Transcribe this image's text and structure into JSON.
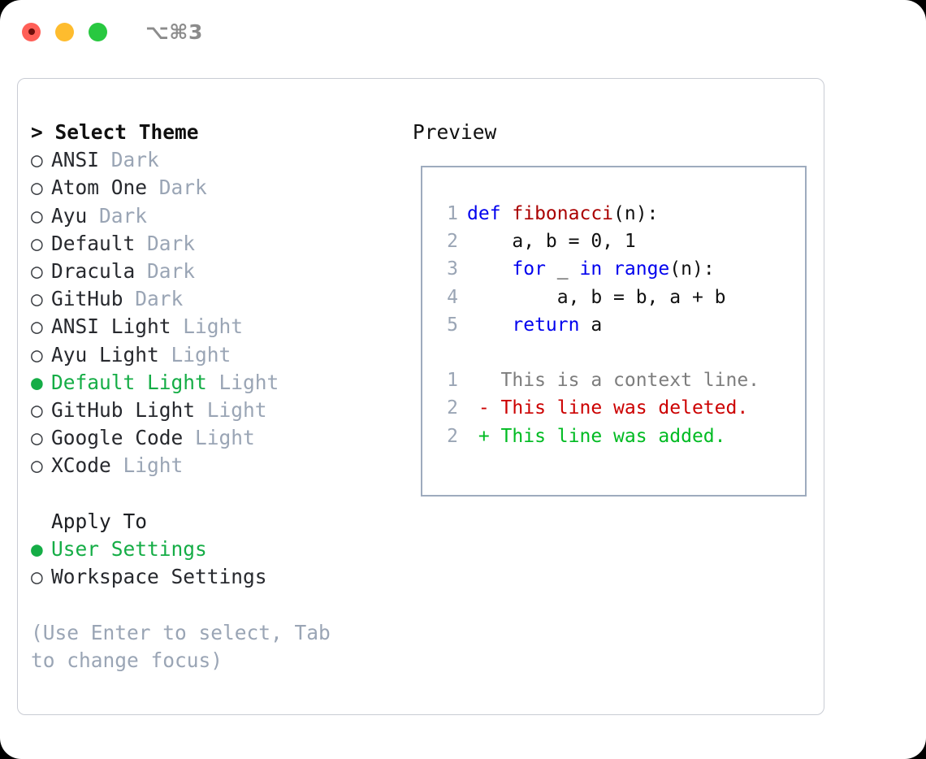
{
  "titlebar": {
    "shortcut": "⌥⌘3",
    "lights": [
      {
        "name": "close",
        "color": "#ff5f57"
      },
      {
        "name": "minimize",
        "color": "#febc2e"
      },
      {
        "name": "maximize",
        "color": "#28c840"
      }
    ]
  },
  "colors": {
    "selected_green": "#15ad46",
    "muted_gray": "#9aa5b5",
    "text": "#27292e",
    "panel_border": "#c9ccd4",
    "preview_border": "#9eabbe",
    "keyword_blue": "#0000ee",
    "function_red": "#aa0000",
    "diff_deleted": "#cc0000",
    "diff_added": "#00bb22",
    "context_gray": "#7d7d7d"
  },
  "theme_list": {
    "header": "> Select Theme",
    "items": [
      {
        "marker": "○",
        "label": "ANSI",
        "variant": "Dark",
        "selected": false
      },
      {
        "marker": "○",
        "label": "Atom One",
        "variant": "Dark",
        "selected": false
      },
      {
        "marker": "○",
        "label": "Ayu",
        "variant": "Dark",
        "selected": false
      },
      {
        "marker": "○",
        "label": "Default",
        "variant": "Dark",
        "selected": false
      },
      {
        "marker": "○",
        "label": "Dracula",
        "variant": "Dark",
        "selected": false
      },
      {
        "marker": "○",
        "label": "GitHub",
        "variant": "Dark",
        "selected": false
      },
      {
        "marker": "○",
        "label": "ANSI Light",
        "variant": "Light",
        "selected": false
      },
      {
        "marker": "○",
        "label": "Ayu Light",
        "variant": "Light",
        "selected": false
      },
      {
        "marker": "●",
        "label": "Default Light",
        "variant": "Light",
        "selected": true
      },
      {
        "marker": "○",
        "label": "GitHub Light",
        "variant": "Light",
        "selected": false
      },
      {
        "marker": "○",
        "label": "Google Code",
        "variant": "Light",
        "selected": false
      },
      {
        "marker": "○",
        "label": "XCode",
        "variant": "Light",
        "selected": false
      }
    ]
  },
  "apply_to": {
    "header": "Apply To",
    "items": [
      {
        "marker": "●",
        "label": "User Settings",
        "selected": true
      },
      {
        "marker": "○",
        "label": "Workspace Settings",
        "selected": false
      }
    ]
  },
  "hint": "(Use Enter to select, Tab to change focus)",
  "preview": {
    "title": "Preview",
    "code_lines": [
      {
        "no": "1",
        "tokens": [
          {
            "t": "def ",
            "c": "kw"
          },
          {
            "t": "fibonacci",
            "c": "fn"
          },
          {
            "t": "(n):",
            "c": "plain"
          }
        ]
      },
      {
        "no": "2",
        "tokens": [
          {
            "t": "    a, b = 0, 1",
            "c": "plain"
          }
        ]
      },
      {
        "no": "3",
        "tokens": [
          {
            "t": "    ",
            "c": "plain"
          },
          {
            "t": "for",
            "c": "kw"
          },
          {
            "t": " _ ",
            "c": "plain"
          },
          {
            "t": "in",
            "c": "kw"
          },
          {
            "t": " ",
            "c": "plain"
          },
          {
            "t": "range",
            "c": "kw"
          },
          {
            "t": "(n):",
            "c": "plain"
          }
        ]
      },
      {
        "no": "4",
        "tokens": [
          {
            "t": "        a, b = b, a + b",
            "c": "plain"
          }
        ]
      },
      {
        "no": "5",
        "tokens": [
          {
            "t": "    ",
            "c": "plain"
          },
          {
            "t": "return",
            "c": "kw"
          },
          {
            "t": " a",
            "c": "plain"
          }
        ]
      }
    ],
    "diff_lines": [
      {
        "no": "1",
        "tokens": [
          {
            "t": "   This is a context line.",
            "c": "ctx"
          }
        ]
      },
      {
        "no": "2",
        "tokens": [
          {
            "t": " - This line was deleted.",
            "c": "del"
          }
        ]
      },
      {
        "no": "2",
        "tokens": [
          {
            "t": " + This line was added.",
            "c": "add"
          }
        ]
      }
    ]
  }
}
